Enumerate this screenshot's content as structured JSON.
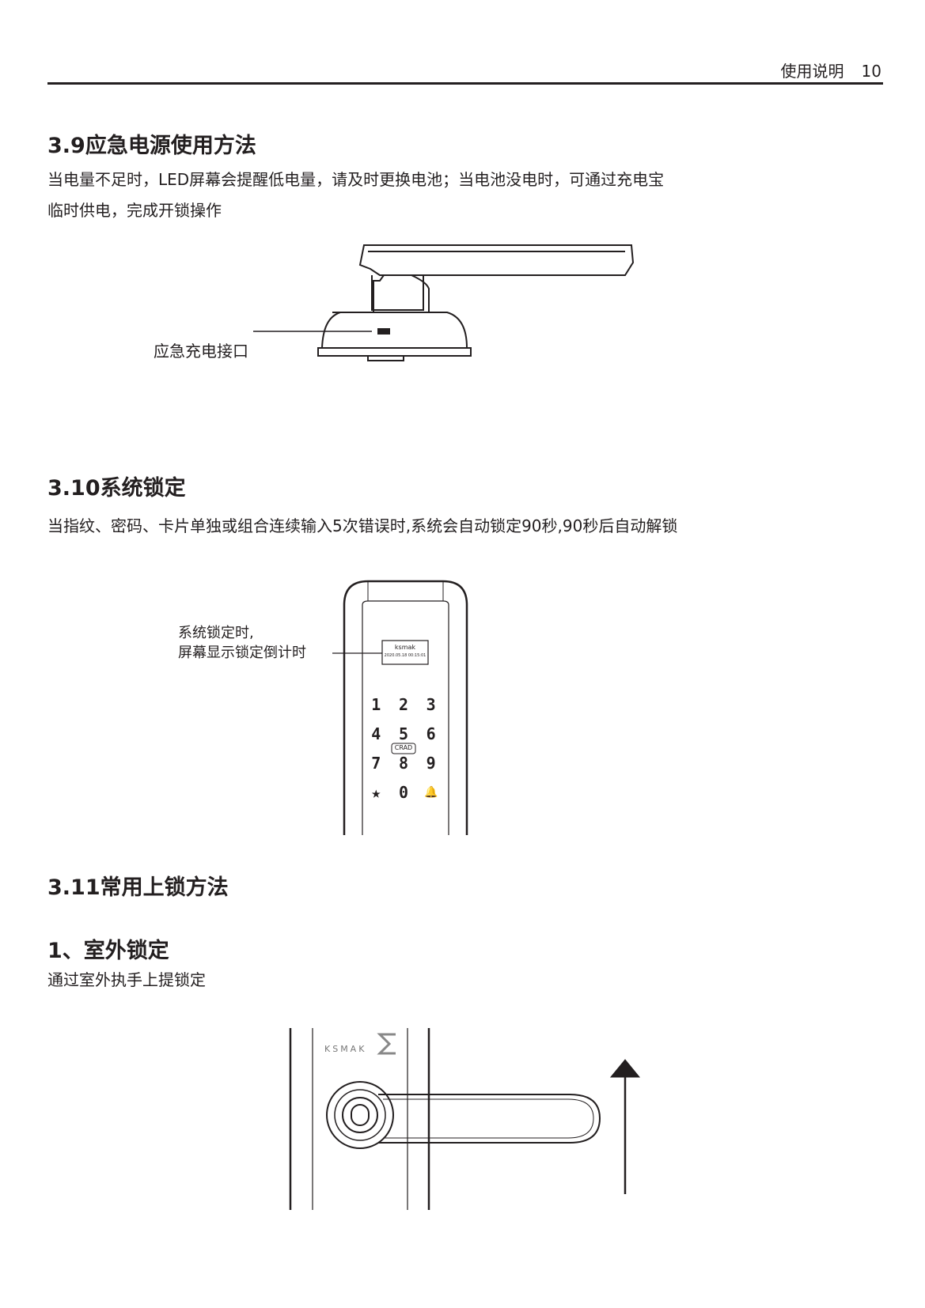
{
  "header": {
    "title": "使用说明",
    "page_number": "10"
  },
  "section_3_9": {
    "title": "3.9应急电源使用方法",
    "body_line1": "当电量不足时，LED屏幕会提醒低电量，请及时更换电池；当电池没电时，可通过充电宝",
    "body_line2": "临时供电，完成开锁操作",
    "callout": "应急充电接口"
  },
  "section_3_10": {
    "title": "3.10系统锁定",
    "body": "当指纹、密码、卡片单独或组合连续输入5次错误时,系统会自动锁定90秒,90秒后自动解锁",
    "callout_line1": "系统锁定时,",
    "callout_line2": "屏幕显示锁定倒计时",
    "screen_brand": "ksmak",
    "screen_datetime": "2020.05.18  00:15:01",
    "keys": [
      "1",
      "2",
      "3",
      "4",
      "5",
      "6",
      "7",
      "8",
      "9",
      "★",
      "0",
      "🔔"
    ],
    "card_label": "CRAD"
  },
  "section_3_11": {
    "title": "3.11常用上锁方法",
    "sub_title": "1、室外锁定",
    "body": "通过室外执手上提锁定",
    "brand": "KSMAK"
  }
}
